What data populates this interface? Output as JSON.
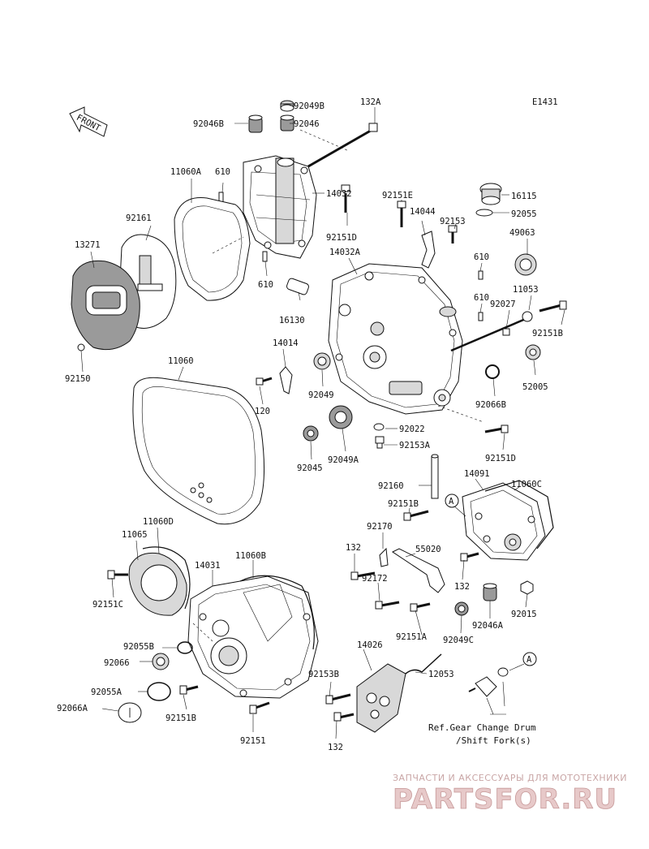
{
  "figure_code": "E1431",
  "front_marker": "FRONT",
  "labels": {
    "p132a": "132A",
    "p92049b": "92049B",
    "p92046b": "92046B",
    "p92046": "92046",
    "p11060a": "11060A",
    "p610a": "610",
    "p14032": "14032",
    "p92161": "92161",
    "p13271": "13271",
    "p92151d_top": "92151D",
    "p610b": "610",
    "p16130": "16130",
    "p92150": "92150",
    "p92151e": "92151E",
    "p14044": "14044",
    "p92153": "92153",
    "p16115": "16115",
    "p92055": "92055",
    "p49063": "49063",
    "p14032a": "14032A",
    "p610c": "610",
    "p610d": "610",
    "p11053": "11053",
    "p92027": "92027",
    "p92151b_r": "92151B",
    "p52005": "52005",
    "p11060": "11060",
    "p14014": "14014",
    "p92049": "92049",
    "p120": "120",
    "p92066b": "92066B",
    "p92022": "92022",
    "p92153a": "92153A",
    "p92151d_r": "92151D",
    "p92045": "92045",
    "p92049a": "92049A",
    "p92160": "92160",
    "p14091": "14091",
    "p11060c": "11060C",
    "p92151b_m": "92151B",
    "p11060d": "11060D",
    "p11065": "11065",
    "p92170": "92170",
    "p55020": "55020",
    "p132_a": "132",
    "p92172": "92172",
    "p14031": "14031",
    "p11060b": "11060B",
    "p92151c": "92151C",
    "p132_b": "132",
    "p92046a": "92046A",
    "p92015": "92015",
    "p92049c": "92049C",
    "p92151a": "92151A",
    "p92055b": "92055B",
    "p92066": "92066",
    "p14026": "14026",
    "p12053": "12053",
    "p92153b": "92153B",
    "p92055a": "92055A",
    "p92066a": "92066A",
    "p92151b_b": "92151B",
    "p92151": "92151",
    "p132_c": "132",
    "ref_a_1": "A",
    "ref_a_2": "A"
  },
  "reference_note": {
    "line1": "Ref.Gear Change Drum",
    "line2": "/Shift Fork(s)"
  },
  "watermark": {
    "top": "ЗАПЧАСТИ И АКСЕССУАРЫ ДЛЯ МОТОТЕХНИКИ",
    "brand": "PARTSFOR.RU"
  }
}
